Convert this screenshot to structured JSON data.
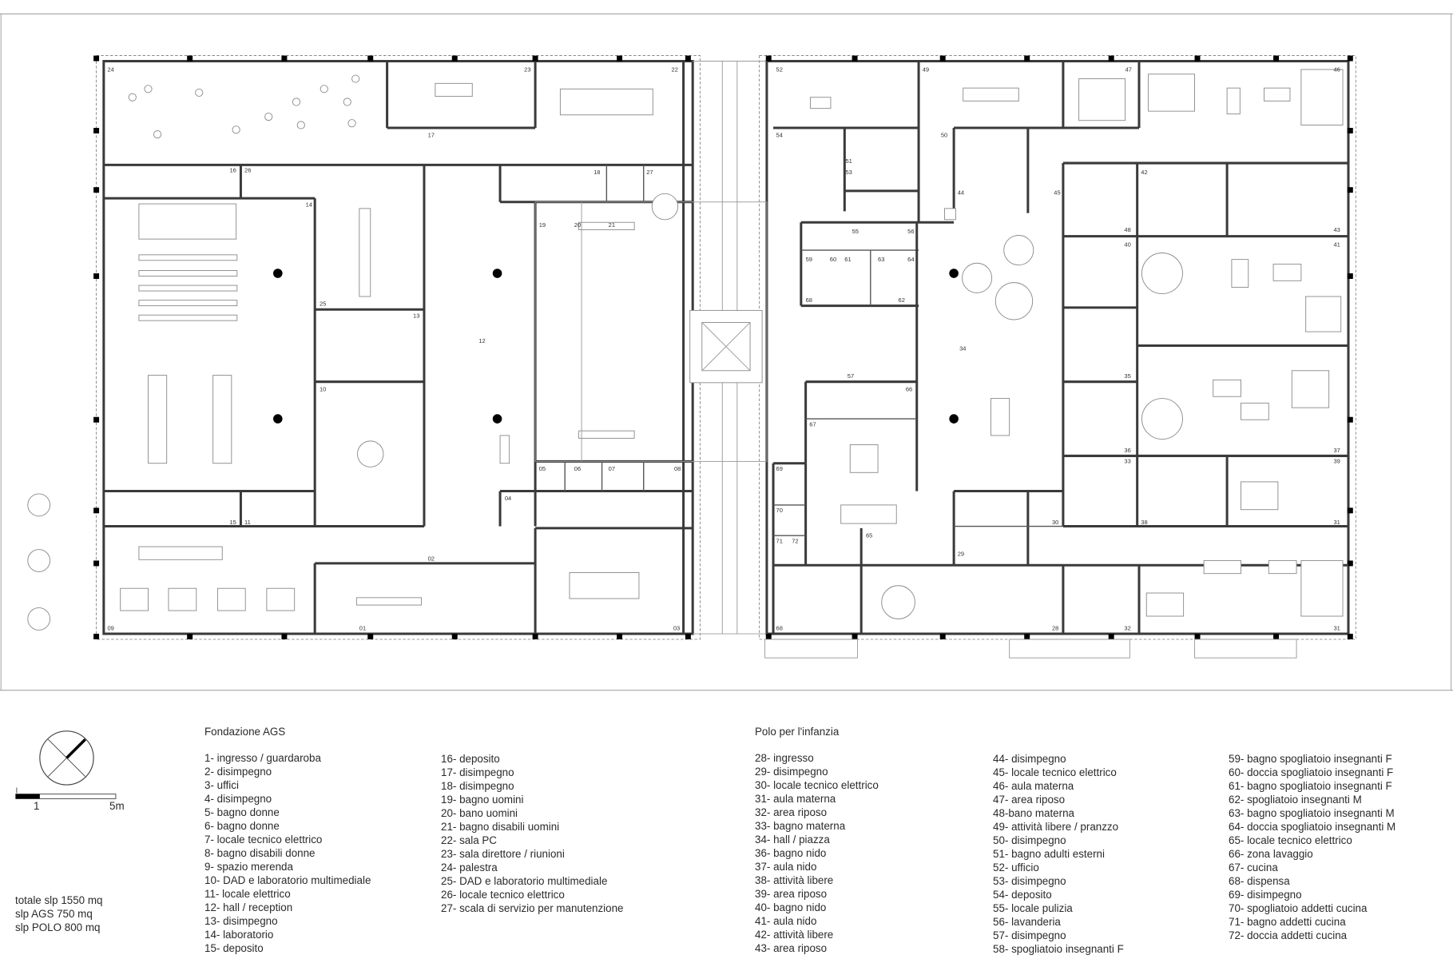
{
  "drawing": {
    "type": "floor plan",
    "north_arrow": "north-arrow-icon",
    "scale_bar": {
      "labels": [
        "1",
        "5m"
      ]
    }
  },
  "room_labels_visible": [
    "01",
    "02",
    "03",
    "04",
    "05",
    "06",
    "07",
    "08",
    "09",
    "10",
    "11",
    "12",
    "13",
    "14",
    "15",
    "16",
    "17",
    "18",
    "19",
    "20",
    "21",
    "22",
    "23",
    "24",
    "25",
    "26",
    "27",
    "28",
    "29",
    "30",
    "31",
    "32",
    "33",
    "34",
    "35",
    "36",
    "38",
    "39",
    "40",
    "41",
    "42",
    "43",
    "44",
    "45",
    "46",
    "47",
    "48",
    "49",
    "50",
    "51",
    "52",
    "53",
    "54",
    "55",
    "56",
    "57",
    "59",
    "60",
    "61",
    "62",
    "63",
    "64",
    "65",
    "66",
    "67",
    "68",
    "69",
    "70",
    "71",
    "72"
  ],
  "legend_ags": {
    "title": "Fondazione AGS",
    "col1": [
      "1- ingresso / guardaroba",
      "2- disimpegno",
      "3- uffici",
      "4- disimpegno",
      "5- bagno donne",
      "6- bagno donne",
      "7- locale tecnico elettrico",
      "8- bagno disabili donne",
      "9- spazio merenda",
      "10- DAD e laboratorio multimediale",
      "11- locale elettrico",
      "12- hall / reception",
      "13- disimpegno",
      "14- laboratorio",
      "15- deposito"
    ],
    "col2": [
      "16- deposito",
      "17- disimpegno",
      "18- disimpegno",
      "19- bagno uomini",
      "20- bano uomini",
      "21- bagno disabili uomini",
      "22- sala PC",
      "23- sala direttore / riunioni",
      "24- palestra",
      "25- DAD e laboratorio multimediale",
      "26- locale tecnico elettrico",
      "27- scala di servizio per manutenzione"
    ]
  },
  "legend_polo": {
    "title": "Polo per l'infanzia",
    "col1": [
      "28- ingresso",
      "29- disimpegno",
      "30- locale tecnico elettrico",
      "31- aula materna",
      "32- area riposo",
      "33- bagno materna",
      "34- hall / piazza",
      "36- bagno nido",
      "37- aula nido",
      "38- attività libere",
      "39- area riposo",
      "40- bagno nido",
      "41- aula nido",
      "42- attività libere",
      "43- area riposo"
    ],
    "col2": [
      "44- disimpegno",
      "45- locale tecnico elettrico",
      "46- aula materna",
      "47- area riposo",
      "48-bano materna",
      "49- attività libere / pranzzo",
      "50- disimpegno",
      "51- bagno adulti esterni",
      "52- ufficio",
      "53- disimpegno",
      "54- deposito",
      "55- locale pulizia",
      "56- lavanderia",
      "57- disimpegno",
      "58- spogliatoio insegnanti F"
    ],
    "col3": [
      "59- bagno spogliatoio insegnanti F",
      "60- doccia spogliatoio insegnanti F",
      "61- bagno spogliatoio insegnanti F",
      "62- spogliatoio insegnanti M",
      "63- bagno spogliatoio insegnanti M",
      "64- doccia spogliatoio insegnanti M",
      "65- locale tecnico elettrico",
      "66- zona lavaggio",
      "67- cucina",
      "68- dispensa",
      "69- disimpegno",
      "70- spogliatoio addetti cucina",
      "71- bagno addetti cucina",
      "72- doccia addetti cucina"
    ]
  },
  "totals": [
    "totale slp 1550 mq",
    "slp AGS 750 mq",
    "slp POLO 800 mq"
  ]
}
